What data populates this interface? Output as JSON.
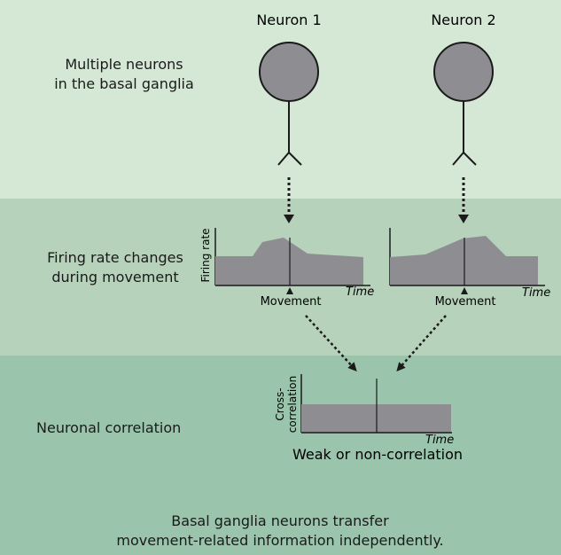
{
  "neurons": [
    {
      "label": "Neuron 1"
    },
    {
      "label": "Neuron 2"
    }
  ],
  "rows": {
    "top_label_lines": [
      "Multiple neurons",
      "in the basal ganglia"
    ],
    "mid_label_lines": [
      "Firing rate changes",
      "during movement"
    ],
    "bottom_label": "Neuronal correlation"
  },
  "firing_plot": {
    "ylabel": "Firing rate",
    "xlabel": "Time",
    "event_label": "Movement"
  },
  "correlation_plot": {
    "ylabel_lines": [
      "Cross-",
      "correlation"
    ],
    "xlabel": "Time",
    "result": "Weak or non-correlation"
  },
  "conclusion_lines": [
    "Basal ganglia neurons transfer",
    "movement-related information independently."
  ],
  "colors": {
    "band_top": "#d5e8d6",
    "band_mid": "#b7d2bb",
    "band_bottom": "#9ac5ac",
    "shape_fill": "#8e8e92",
    "stroke": "#1a1a1a"
  }
}
